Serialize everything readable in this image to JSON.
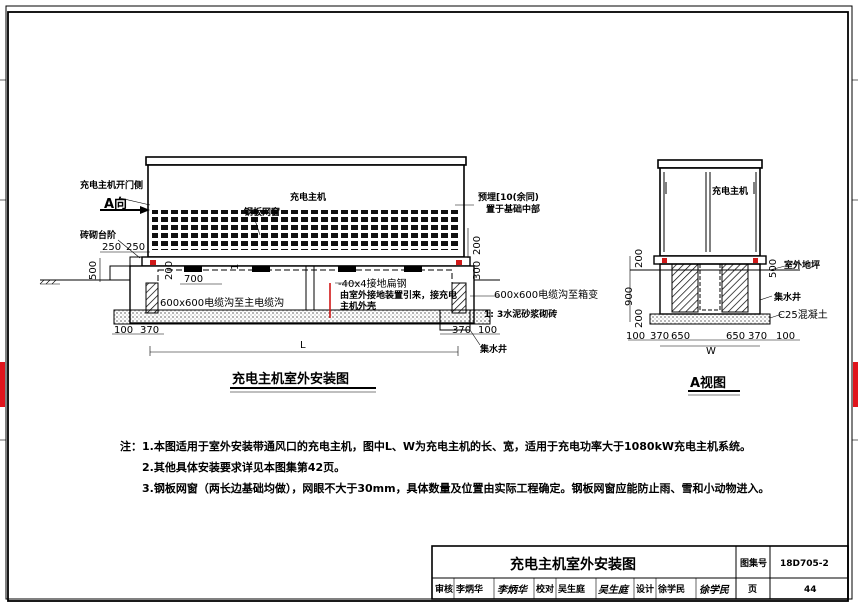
{
  "main_view": {
    "caption": "充电主机室外安装图",
    "labels": {
      "unit": "充电主机",
      "door_side": "充电主机开门侧",
      "direction": "A向",
      "brick_step": "砖砌台阶",
      "mesh_window": "钢板网窗",
      "embedded": "预埋[10(余同)",
      "embedded2": "置于基础中部",
      "ground_steel": "-40x4接地扁钢",
      "ground_note1": "由室外接地装置引来，接充电",
      "ground_note2": "主机外壳",
      "trench_left": "600x600电缆沟至主电缆沟",
      "trench_right": "600x600电缆沟至箱变",
      "mortar": "1: 3水泥砂浆砌砖",
      "sump": "集水井"
    },
    "dims": {
      "d250a": "250",
      "d250b": "250",
      "d700": "700",
      "d500": "500",
      "d200a": "200",
      "d200b": "200",
      "d100a": "100",
      "d100b": "100",
      "d1": "1",
      "d300": "300",
      "d370a": "370",
      "d370b": "370",
      "dL": "L"
    }
  },
  "a_view": {
    "caption": "A视图",
    "labels": {
      "unit": "充电主机",
      "slope": "室外地坪",
      "sump": "集水井",
      "concrete": "C25混凝土"
    },
    "dims": {
      "d200": "200",
      "d900": "900",
      "d200b": "200",
      "d500": "500",
      "d100a": "100",
      "d370a": "370",
      "d650a": "650",
      "dW": "W",
      "d650b": "650",
      "d370b": "370",
      "d100b": "100"
    }
  },
  "notes": {
    "prefix": "注：",
    "n1": "1.本图适用于室外安装带通风口的充电主机，图中L、W为充电主机的长、宽，适用于充电功率大于1080kW充电主机系统。",
    "n2": "2.其他具体安装要求详见本图集第42页。",
    "n3": "3.钢板网窗（两长边基础均做），网眼不大于30mm，具体数量及位置由实际工程确定。钢板网窗应能防止雨、雪和小动物进入。"
  },
  "title_block": {
    "title": "充电主机室外安装图",
    "atlas_label": "图集号",
    "atlas_no": "18D705-2",
    "page_label": "页",
    "page_no": "44",
    "review_label": "审核",
    "reviewer": "李炳华",
    "reviewer_sign": "李炳华",
    "check_label": "校对",
    "checker": "吴生庭",
    "checker_sign": "吴生庭",
    "design_label": "设计",
    "designer": "徐学民",
    "designer_sign": "徐学民"
  },
  "colors": {
    "edge_marker": "#e0141c",
    "accent_red": "#d01818"
  }
}
